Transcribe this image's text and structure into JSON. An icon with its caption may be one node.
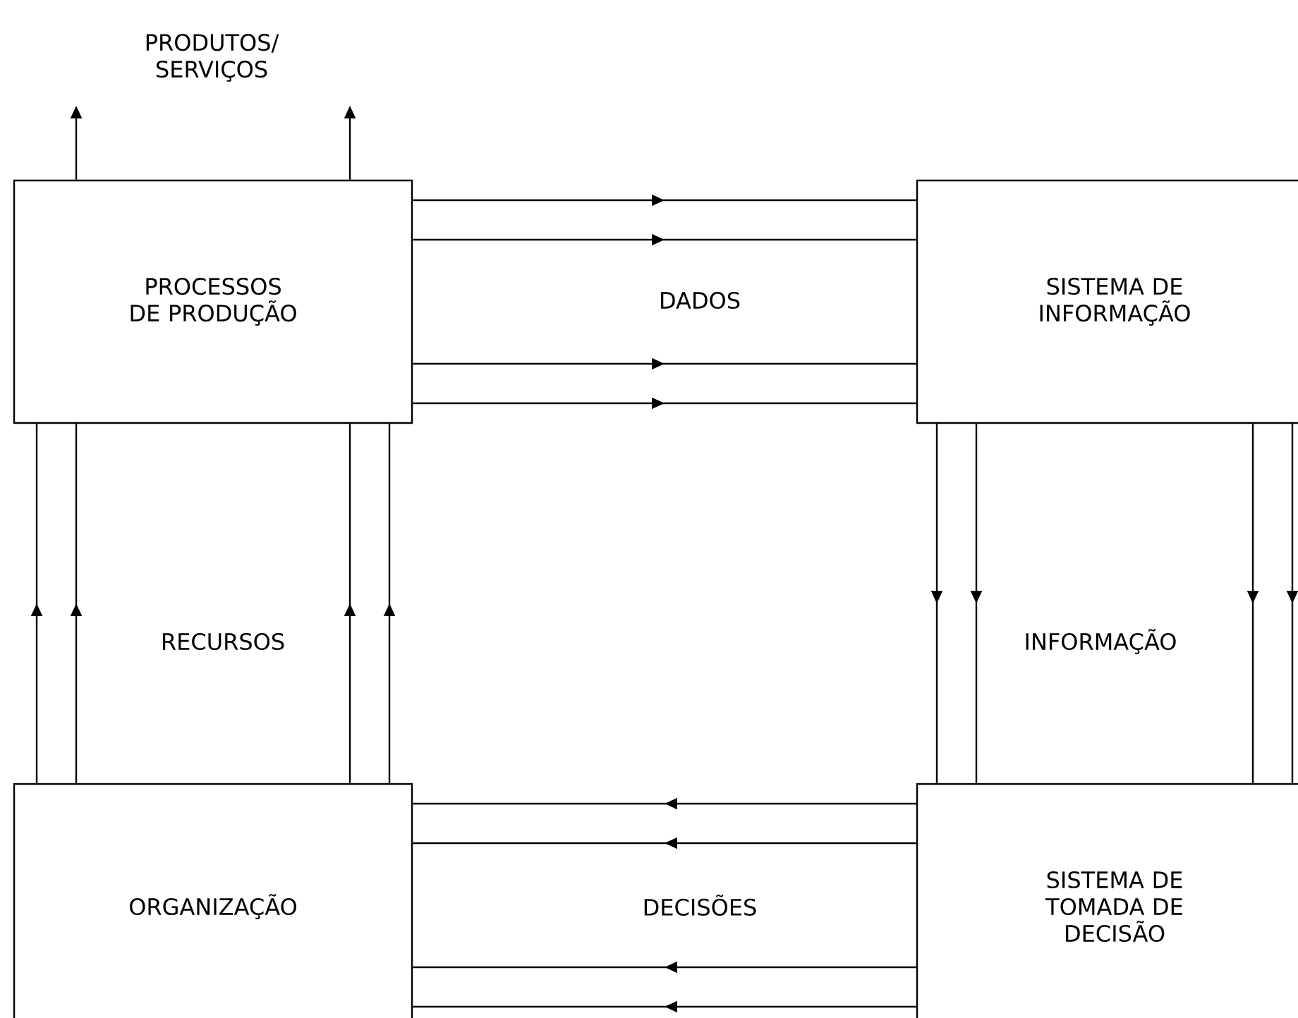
{
  "diagram": {
    "nodes": [
      {
        "text": [
          "PRODUTOS/ SERVIÇOS"
        ]
      },
      {
        "text": [
          "PROCESSOS DE PRODUÇÃO"
        ]
      },
      {
        "text": [
          "SISTEMA DE INFORMAÇÃO"
        ]
      },
      {
        "text": [
          "ORGANIZAÇÃO"
        ]
      },
      {
        "text": [
          "SISTEMA DE TOMADA DE DECISÃO"
        ]
      }
    ],
    "edges": [
      {
        "from": 1,
        "to": 0,
        "arrow": "to"
      },
      {
        "from": 1,
        "to": 0,
        "arrow": "to"
      },
      {
        "from": 1,
        "to": 2,
        "arrow": "to"
      },
      {
        "from": 1,
        "to": 2,
        "arrow": "to"
      },
      {
        "from": 1,
        "to": 2,
        "arrow": "to"
      },
      {
        "from": 1,
        "to": 2,
        "arrow": "to"
      },
      {
        "from": 2,
        "to": 4,
        "arrow": "to"
      },
      {
        "from": 2,
        "to": 4,
        "arrow": "to"
      },
      {
        "from": 2,
        "to": 4,
        "arrow": "to"
      },
      {
        "from": 2,
        "to": 4,
        "arrow": "to"
      },
      {
        "from": 4,
        "to": 3,
        "arrow": "to"
      },
      {
        "from": 4,
        "to": 3,
        "arrow": "to"
      },
      {
        "from": 4,
        "to": 3,
        "arrow": "to"
      },
      {
        "from": 4,
        "to": 3,
        "arrow": "to"
      },
      {
        "from": 3,
        "to": 1,
        "arrow": "to"
      },
      {
        "from": 3,
        "to": 1,
        "arrow": "to"
      },
      {
        "from": 3,
        "to": 1,
        "arrow": "to"
      },
      {
        "from": 3,
        "to": 1,
        "arrow": "to"
      }
    ],
    "labels": [
      "DADOS",
      "RECURSOS",
      "INFORMAÇÃO",
      "DECISÕES"
    ]
  }
}
